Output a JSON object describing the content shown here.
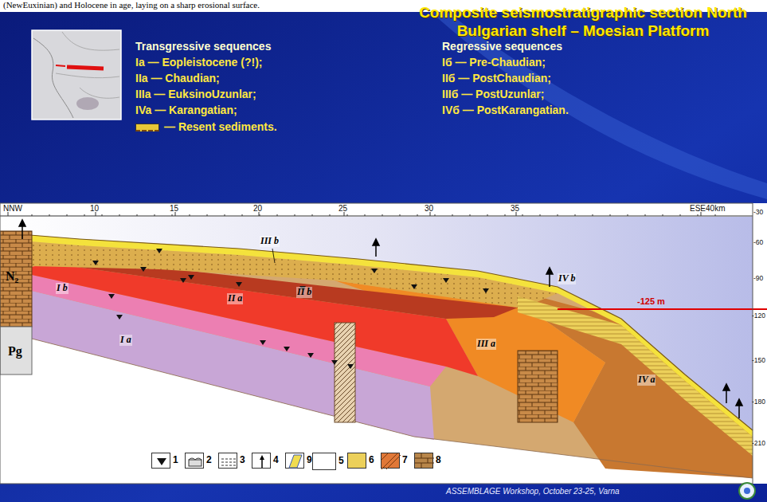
{
  "diagram": {
    "title": "Composite seismostratigraphic section North Bulgarian shelf – Moesian Platform",
    "labels": [
      "(NewEuxinian) and Holocene in age, laying on a sharp erosional surface.",
      "Transgressive sequences",
      "Ia — Eopleistocene (?!);",
      "IIa — Chaudian;",
      "IIIa — EuksinoUzunlar;",
      "IVa — Karangatian;",
      "Regressive sequences",
      "Iб — Pre-Chaudian;",
      "IIб — PostChaudian;",
      "IIIб — PostUzunlar;",
      "IVб — PostKarangatian.",
      "NNW",
      "10",
      "15",
      "20",
      "25",
      "30",
      "35",
      "ESE40km",
      "-30",
      "-60",
      "-90",
      "-120",
      "-150",
      "-180",
      "-210",
      "III b",
      "N₂",
      "Pg",
      "I b",
      "II a",
      "II b",
      "I a",
      "III a",
      "IV b",
      "IV a",
      "-125 m",
      "Ia",
      "ASSEMBLAGE Workshop, October 23-25, Varna"
    ],
    "legend": [
      {
        "text": "— Resent sediments.",
        "color": "#e8c838"
      },
      {
        "text": "1"
      },
      {
        "text": "2"
      },
      {
        "text": "3"
      },
      {
        "text": "4"
      },
      {
        "text": "5"
      },
      {
        "text": "6",
        "color": "#ecd05a"
      },
      {
        "text": "7",
        "color": "#e07838"
      },
      {
        "text": "8",
        "color": "#b8864a"
      },
      {
        "text": "9"
      }
    ]
  }
}
